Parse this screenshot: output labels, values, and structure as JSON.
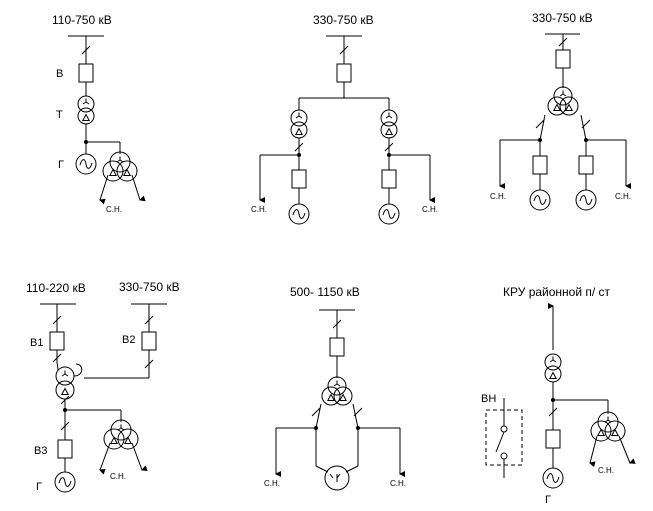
{
  "diagrams": [
    {
      "title": "110-750 кВ",
      "labels": {
        "breaker": "В",
        "transformer": "Т",
        "generator": "Г"
      },
      "aux": "С.Н."
    },
    {
      "title": "330-750 кВ",
      "aux_left": "С.Н.",
      "aux_right": "С.Н."
    },
    {
      "title": "330-750 кВ",
      "aux_left": "С.Н.",
      "aux_right": "С.Н."
    },
    {
      "title_left": "110-220 кВ",
      "title_right": "330-750 кВ",
      "labels": {
        "b1": "В1",
        "b2": "В2",
        "b3": "В3",
        "generator": "Г"
      },
      "aux": "С.Н."
    },
    {
      "title": "500- 1150 кВ",
      "aux_left": "С.Н.",
      "aux_right": "С.Н."
    },
    {
      "title": "КРУ районной п/ ст",
      "labels": {
        "hv": "ВН",
        "generator": "Г"
      },
      "aux": "С.Н."
    }
  ]
}
